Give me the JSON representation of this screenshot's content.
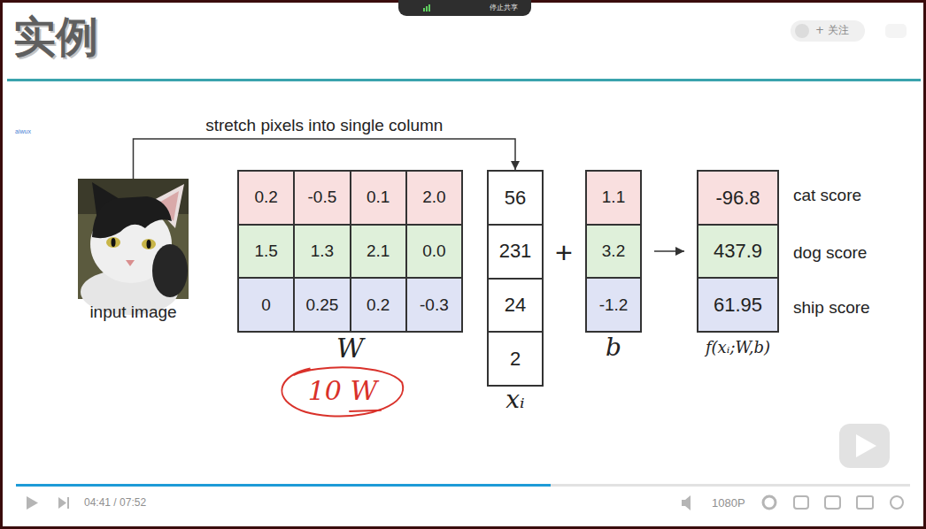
{
  "diagram": {
    "title": "实例",
    "nodes": [
      {
        "text": [
          "input image"
        ]
      },
      {
        "text": [
          "W"
        ]
      },
      {
        "text": [
          "0.2"
        ],
        "in": 1
      },
      {
        "text": [
          "-0.5"
        ],
        "in": 1
      },
      {
        "text": [
          "0.1"
        ],
        "in": 1
      },
      {
        "text": [
          "2.0"
        ],
        "in": 1
      },
      {
        "text": [
          "1.5"
        ],
        "in": 1
      },
      {
        "text": [
          "1.3"
        ],
        "in": 1
      },
      {
        "text": [
          "2.1"
        ],
        "in": 1
      },
      {
        "text": [
          "0.0"
        ],
        "in": 1
      },
      {
        "text": [
          "0"
        ],
        "in": 1
      },
      {
        "text": [
          "0.25"
        ],
        "in": 1
      },
      {
        "text": [
          "0.2"
        ],
        "in": 1
      },
      {
        "text": [
          "-0.3"
        ],
        "in": 1
      },
      {
        "text": [
          "xᵢ"
        ]
      },
      {
        "text": [
          "56"
        ],
        "in": 14
      },
      {
        "text": [
          "231"
        ],
        "in": 14
      },
      {
        "text": [
          "24"
        ],
        "in": 14
      },
      {
        "text": [
          "2"
        ],
        "in": 14
      },
      {
        "text": [
          "b"
        ]
      },
      {
        "text": [
          "1.1"
        ],
        "in": 19
      },
      {
        "text": [
          "3.2"
        ],
        "in": 19
      },
      {
        "text": [
          "-1.2"
        ],
        "in": 19
      },
      {
        "text": [
          "f(xᵢ;W,b)"
        ]
      },
      {
        "text": [
          "-96.8"
        ],
        "in": 23
      },
      {
        "text": [
          "437.9"
        ],
        "in": 23
      },
      {
        "text": [
          "61.95"
        ],
        "in": 23
      },
      {
        "text": [
          "10 W"
        ]
      }
    ],
    "edges": [
      {
        "from": 0,
        "to": 14,
        "arrow": "to",
        "label": "stretch pixels into single column"
      },
      {
        "from": 19,
        "to": 23,
        "arrow": "to"
      }
    ],
    "labels": [
      "aiwux",
      "+",
      "cat score",
      "dog score",
      "ship score",
      "停止共享",
      "+ 关注",
      "04:41 / 07:52",
      "1080P"
    ]
  }
}
